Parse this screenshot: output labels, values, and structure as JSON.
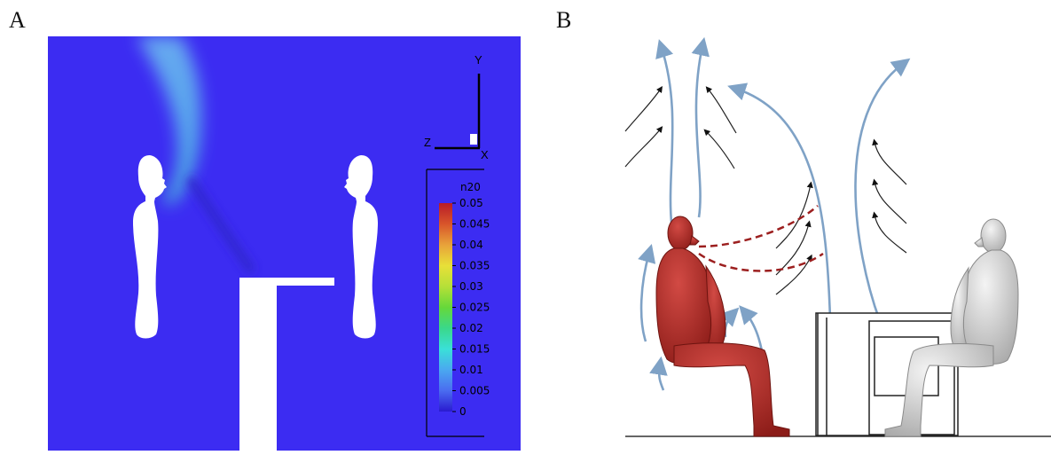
{
  "panels": {
    "a_label": "A",
    "b_label": "B"
  },
  "cfd": {
    "background_color": "#3c2cf2",
    "axes": {
      "y": "Y",
      "z": "Z",
      "x": "X"
    },
    "legend": {
      "title": "n20",
      "levels": [
        {
          "label": "0.05",
          "color": "#c0242a"
        },
        {
          "label": "0.045",
          "color": "#d8552a"
        },
        {
          "label": "0.04",
          "color": "#e8a23a"
        },
        {
          "label": "0.035",
          "color": "#e8e038"
        },
        {
          "label": "0.03",
          "color": "#b6e038"
        },
        {
          "label": "0.025",
          "color": "#66d83a"
        },
        {
          "label": "0.02",
          "color": "#3ad88a"
        },
        {
          "label": "0.015",
          "color": "#3ae0d8"
        },
        {
          "label": "0.01",
          "color": "#4aa8f0"
        },
        {
          "label": "0.005",
          "color": "#4a6cf0"
        },
        {
          "label": "0",
          "color": "#3a2ae0"
        }
      ]
    }
  },
  "illustration": {
    "airflow_color": "#7fa2c6",
    "exhale_color": "#9c1f1f",
    "infected_person_color": "#b8322c",
    "other_person_color": "#d6d6d6"
  }
}
